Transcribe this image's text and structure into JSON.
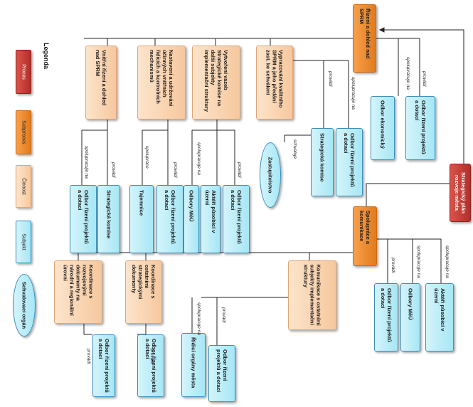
{
  "legend": {
    "title": "Legenda",
    "proces": "Proces",
    "subproces": "Subproces",
    "cinnost": "Činnost",
    "subjekt": "Subjekt",
    "schvalovaci_organ": "Schvalovací orgán"
  },
  "nodes": {
    "strategicky_plan": "Strategický plán rozvoje města",
    "rizeni": "Řízení a dohled nad SPRM",
    "spoluprace": "Spolupráce a komunikace",
    "vnitrni_rizeni": "Vnitřní řízení a dohled nad SPRM",
    "nastaveni": "Nastavení a udržování účinných vnitřních řídicích a kontrolních mechanismů",
    "vytvoreni_vazeb": "Vytvoření vazeb Strategické komise na další subjekty implementační struktury",
    "vypracovani": "Vypracování kvalitního SPRM a jeho předání zast. ke schválení",
    "komunikace": "Komunikace s ostatními subjekty implementační struktury",
    "koord_ostatni": "Koordinace s ostatními strategickými dokumenty",
    "koord_rozvojove": "Koordinace s rozvojovými dokumenty na národní a regionální úrovni",
    "odbor_ekonomicky": "Odbor ekonomický",
    "ofpd_r1": "Odbor řízení projektů a dotací",
    "ofpd_vyp": "Odbor řízení projektů a dotací",
    "strat_komise_vyp": "Strategická komise",
    "zastupitelstvo": "Zastupitelstvo",
    "strat_komise_vnit": "Strategická komise",
    "ofpd_vnit": "Odbor řízení projektů a dotací",
    "tajemnice": "Tajemnice",
    "ofpd_nast": "Odbor řízení projektů a dotací",
    "odbory_mou_vaz": "Odbory MěÚ",
    "akteri_vaz": "Aktéři působící v území",
    "ofpd_vaz": "Odbor řízení projektů a dotací",
    "ofpd_spol": "Odbor řízení projektů a dotací",
    "odbory_mou_spol": "Odbory MěÚ",
    "akteri_spol": "Aktéři působící v území",
    "ridici_organy": "Řídicí orgány města",
    "ofpd_kom": "Odbor řízení projektů a dotací",
    "ofpd_ko": "Odbor řízení projektů a dotací",
    "ofpd_kr": "Odbor řízení projektů a dotací"
  },
  "labels": {
    "spoluprace_na": "spolupracuje na",
    "provadi": "provádí",
    "schvaluje": "schvaluje",
    "spoluprace": "spolupráce"
  },
  "colors": {
    "proces": "#c0392b",
    "subproces": "#f0882e",
    "cinnost": "#fbd5b2",
    "subjekt": "#bdeff9",
    "line": "#222222"
  }
}
